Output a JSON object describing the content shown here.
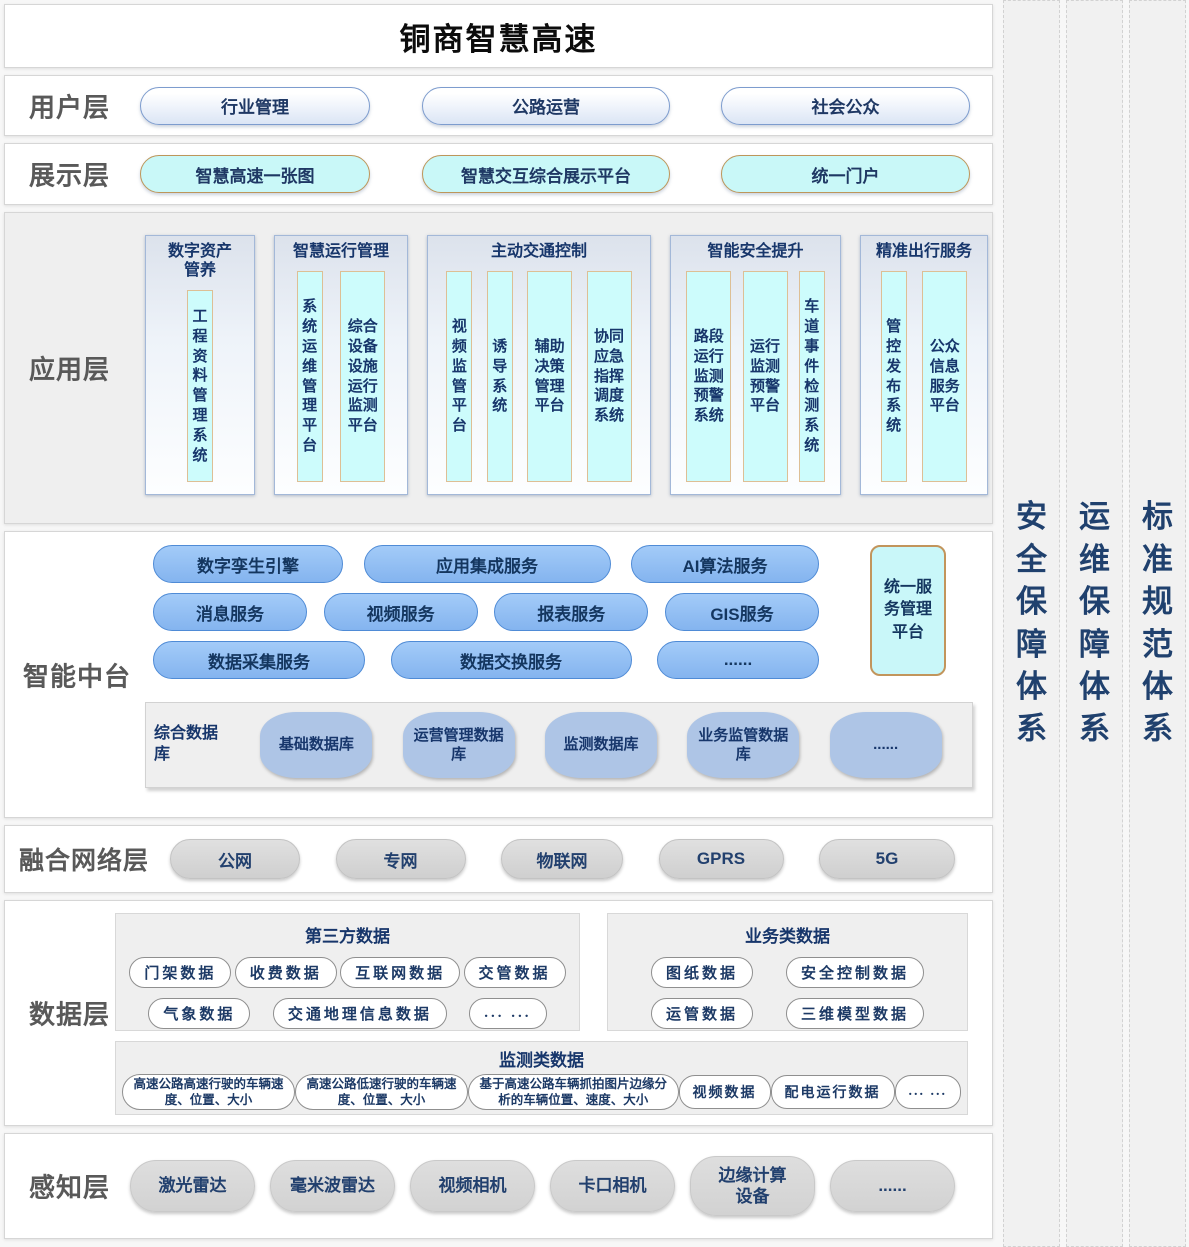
{
  "title": "铜商智慧高速",
  "user_layer": {
    "label": "用户层",
    "items": [
      "行业管理",
      "公路运营",
      "社会公众"
    ]
  },
  "display_layer": {
    "label": "展示层",
    "items": [
      "智慧高速一张图",
      "智慧交互综合展示平台",
      "统一门户"
    ]
  },
  "app_layer": {
    "label": "应用层",
    "groups": [
      {
        "title": "数字资产管养",
        "items": [
          "工程资料管理系统"
        ]
      },
      {
        "title": "智慧运行管理",
        "items": [
          "系统运维管理平台",
          "综合设备设施运行监测平台"
        ]
      },
      {
        "title": "主动交通控制",
        "items": [
          "视频监管平台",
          "诱导系统",
          "辅助决策管理平台",
          "协同应急指挥调度系统"
        ]
      },
      {
        "title": "智能安全提升",
        "items": [
          "路段运行监测预警系统",
          "运行监测预警平台",
          "车道事件检测系统"
        ]
      },
      {
        "title": "精准出行服务",
        "items": [
          "管控发布系统",
          "公众信息服务平台"
        ]
      }
    ]
  },
  "platform_layer": {
    "label": "智能中台",
    "row1": [
      "数字孪生引擎",
      "应用集成服务",
      "AI算法服务"
    ],
    "row2": [
      "消息服务",
      "视频服务",
      "报表服务",
      "GIS服务"
    ],
    "row3": [
      "数据采集服务",
      "数据交换服务",
      "......"
    ],
    "unified_platform": "统一服务管理平台",
    "database": {
      "label": "综合数据库",
      "items": [
        "基础数据库",
        "运营管理数据库",
        "监测数据库",
        "业务监管数据库",
        "......"
      ]
    }
  },
  "network_layer": {
    "label": "融合网络层",
    "items": [
      "公网",
      "专网",
      "物联网",
      "GPRS",
      "5G"
    ]
  },
  "data_layer": {
    "label": "数据层",
    "third_party": {
      "title": "第三方数据",
      "row1": [
        "门架数据",
        "收费数据",
        "互联网数据",
        "交管数据"
      ],
      "row2": [
        "气象数据",
        "交通地理信息数据",
        "... ..."
      ]
    },
    "business": {
      "title": "业务类数据",
      "row1": [
        "图纸数据",
        "安全控制数据"
      ],
      "row2": [
        "运管数据",
        "三维模型数据"
      ]
    },
    "monitoring": {
      "title": "监测类数据",
      "items": [
        "高速公路高速行驶的车辆速度、位置、大小",
        "高速公路低速行驶的车辆速度、位置、大小",
        "基于高速公路车辆抓拍图片边缘分析的车辆位置、速度、大小",
        "视频数据",
        "配电运行数据",
        "... ..."
      ]
    }
  },
  "perception_layer": {
    "label": "感知层",
    "items": [
      "激光雷达",
      "毫米波雷达",
      "视频相机",
      "卡口相机",
      "边缘计算设备",
      "......"
    ]
  },
  "pillars": [
    "安全保障体系",
    "运维保障体系",
    "标准规范体系"
  ],
  "colors": {
    "navy_text": "#1f3864",
    "cyan_fill": "#c9f8f8",
    "tan_border": "#bd965a",
    "blue_pill_fill": "#8cbcf2",
    "blue_pill_border": "#4f8bd6",
    "gray_pill": "#d9d9d9",
    "database_fill": "#aec5e6",
    "layer_label_gray": "#595959",
    "app_section_bg": "#efefef"
  }
}
